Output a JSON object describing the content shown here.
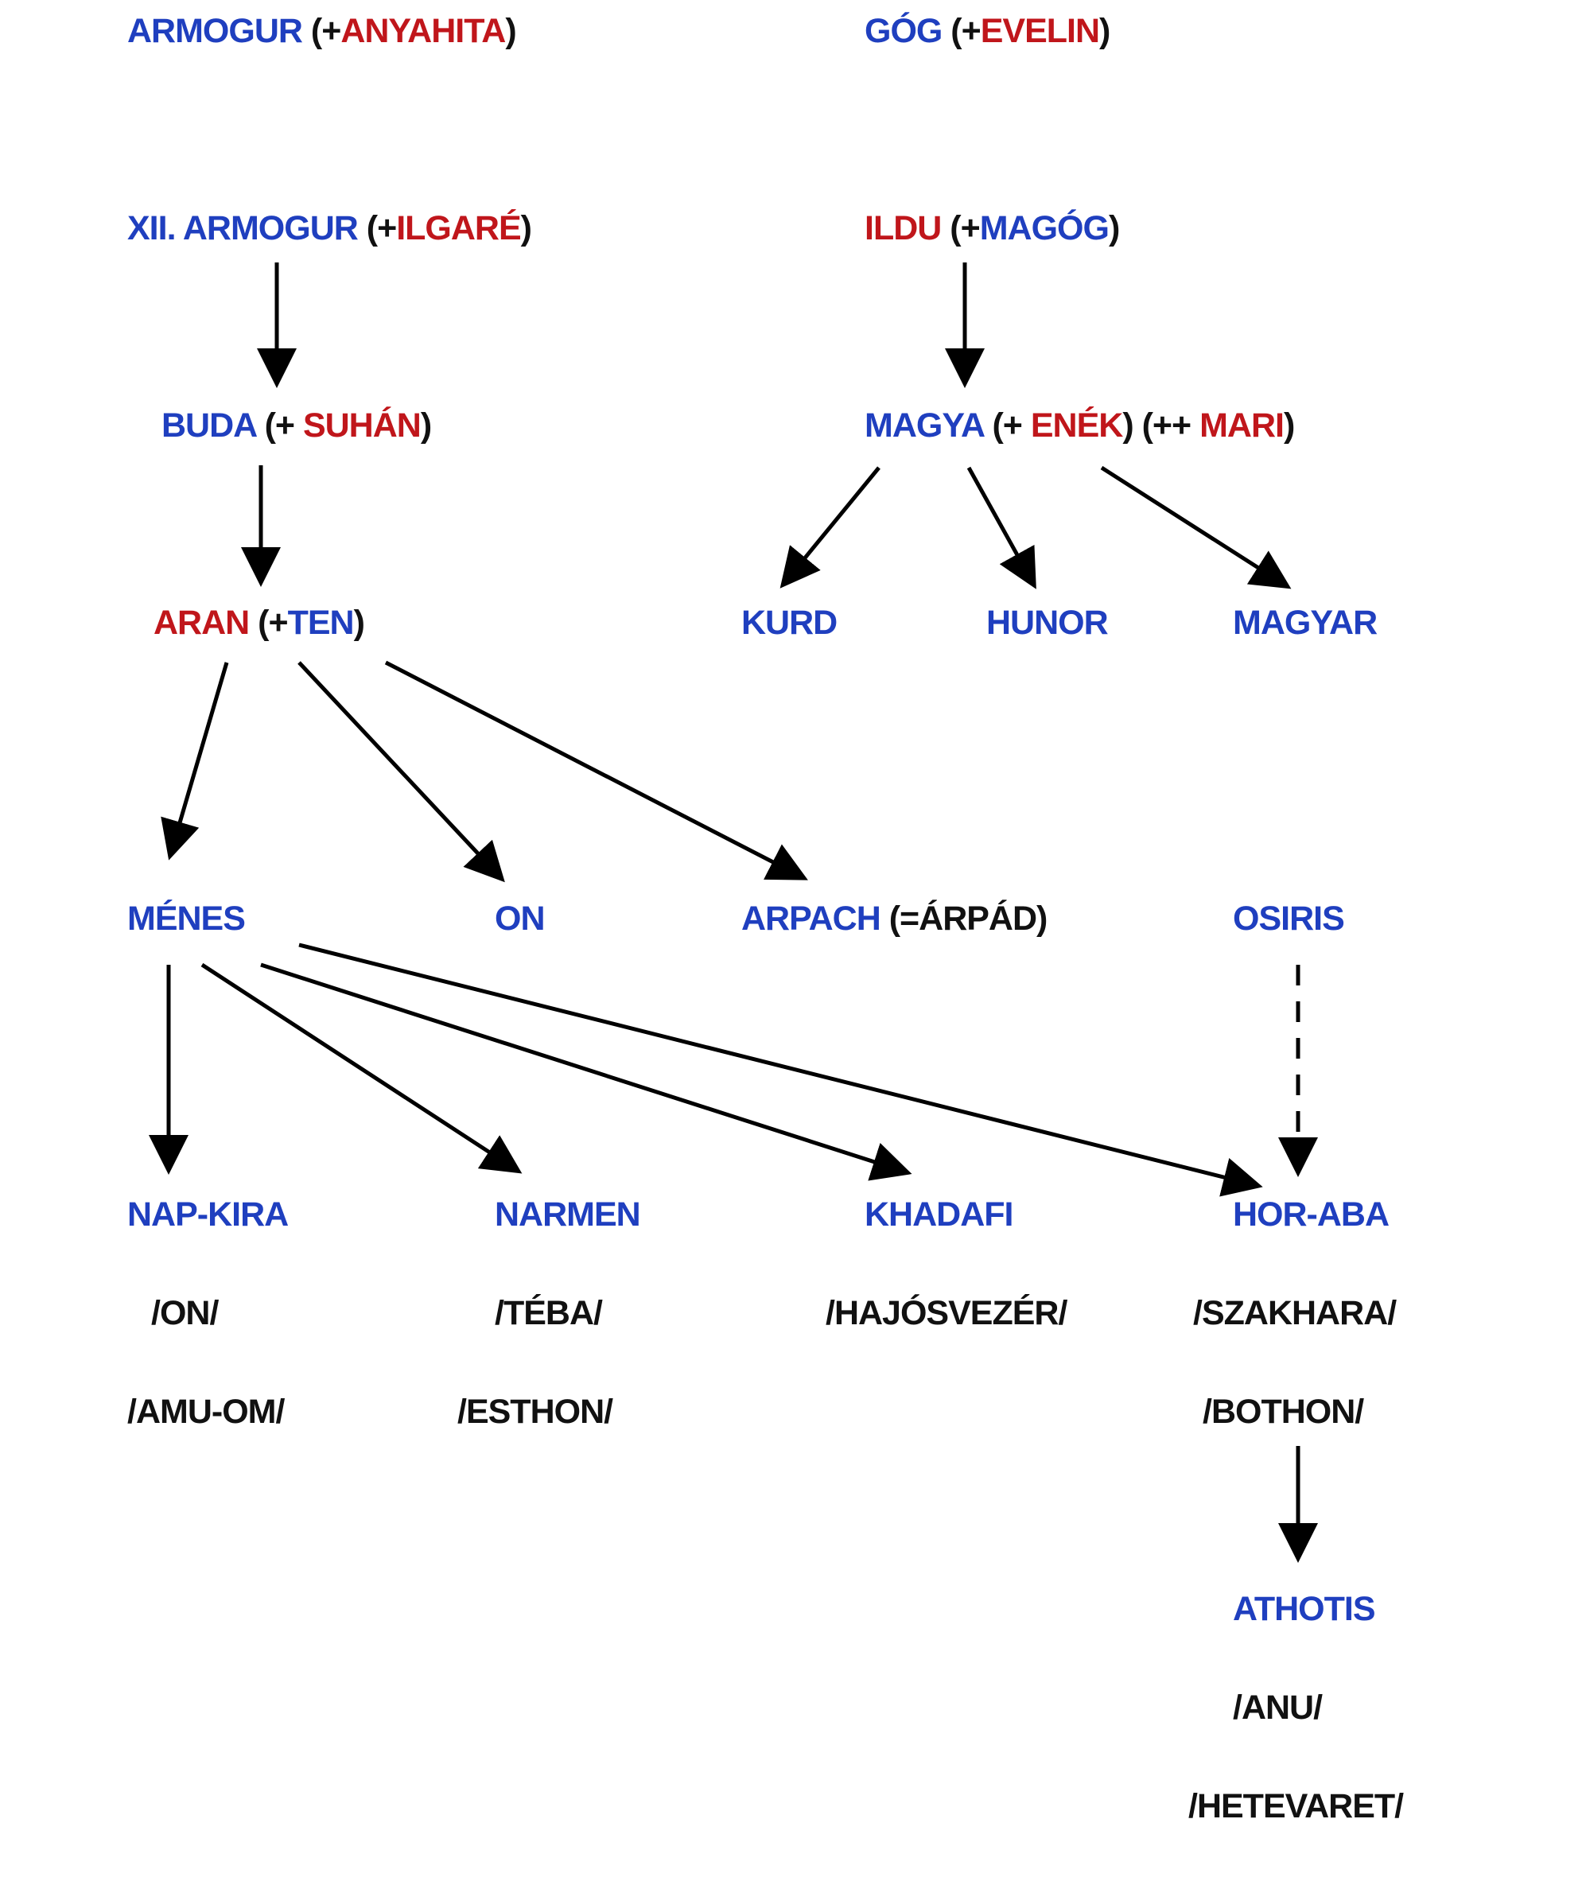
{
  "colors": {
    "blue": "#1f3fbf",
    "red": "#c0161b",
    "black": "#111111"
  },
  "nodes": {
    "armogur": {
      "name": "ARMOGUR",
      "o": " (+",
      "spouse": "ANYAHITA",
      "c": ")"
    },
    "gog": {
      "name": "GÓG",
      "o": " (+",
      "spouse": "EVELIN",
      "c": ")"
    },
    "xii_armogur": {
      "name": "XII. ARMOGUR",
      "o": " (+",
      "spouse": "ILGARÉ",
      "c": ")"
    },
    "ildu": {
      "name": "ILDU",
      "o": " (+",
      "spouse": "MAGÓG",
      "c": ")"
    },
    "buda": {
      "name": "BUDA",
      "o": " (+ ",
      "spouse": "SUHÁN",
      "c": ")"
    },
    "magya": {
      "name": "MAGYA",
      "o": " (+ ",
      "spouse": "ENÉK",
      "m": ") (++ ",
      "spouse2": "MARI",
      "c": ")"
    },
    "aran": {
      "name": "ARAN",
      "o": " (+",
      "spouse": "TEN",
      "c": ")"
    },
    "kurd": {
      "name": "KURD"
    },
    "hunor": {
      "name": "HUNOR"
    },
    "magyar": {
      "name": "MAGYAR"
    },
    "menes": {
      "name": "MÉNES"
    },
    "on": {
      "name": "ON"
    },
    "arpach": {
      "name": "ARPACH",
      "note": " (=ÁRPÁD)"
    },
    "osiris": {
      "name": "OSIRIS"
    },
    "napkira": {
      "name": "NAP-KIRA",
      "line1": "/ON/",
      "line2": "/AMU-OM/"
    },
    "narmen": {
      "name": "NARMEN",
      "line1": "/TÉBA/",
      "line2": "/ESTHON/"
    },
    "khadafi": {
      "name": "KHADAFI",
      "line1": "/HAJÓSVEZÉR/"
    },
    "horaba": {
      "name": "HOR-ABA",
      "line1": "/SZAKHARA/",
      "line2": "/BOTHON/"
    },
    "athotis": {
      "name": "ATHOTIS",
      "line1": "/ANU/",
      "line2": "/HETEVARET/"
    }
  }
}
